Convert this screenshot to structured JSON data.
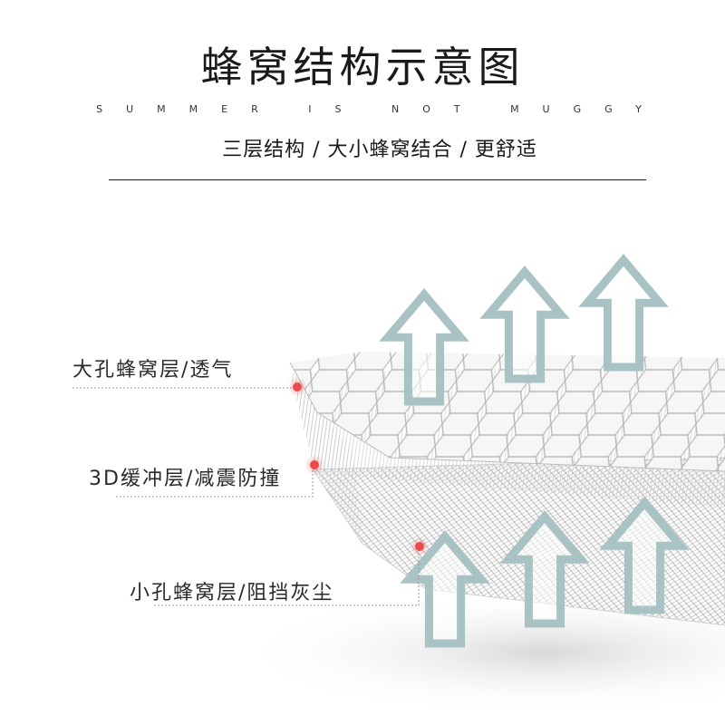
{
  "header": {
    "title": "蜂窝结构示意图",
    "subtitle_en": "SUMMER IS NOT MUGGY",
    "subtitle_cn": "三层结构 / 大小蜂窝结合 / 更舒适"
  },
  "layers": [
    {
      "label": "大孔蜂窝层/透气"
    },
    {
      "label": "3D缓冲层/减震防撞"
    },
    {
      "label": "小孔蜂窝层/阻挡灰尘"
    }
  ],
  "colors": {
    "arrow": "#a9c3c4",
    "marker": "#e84c4c",
    "mesh": "#bcbcbc"
  },
  "icons": {
    "arrow": "up-arrow-icon",
    "marker": "red-dot-marker"
  }
}
